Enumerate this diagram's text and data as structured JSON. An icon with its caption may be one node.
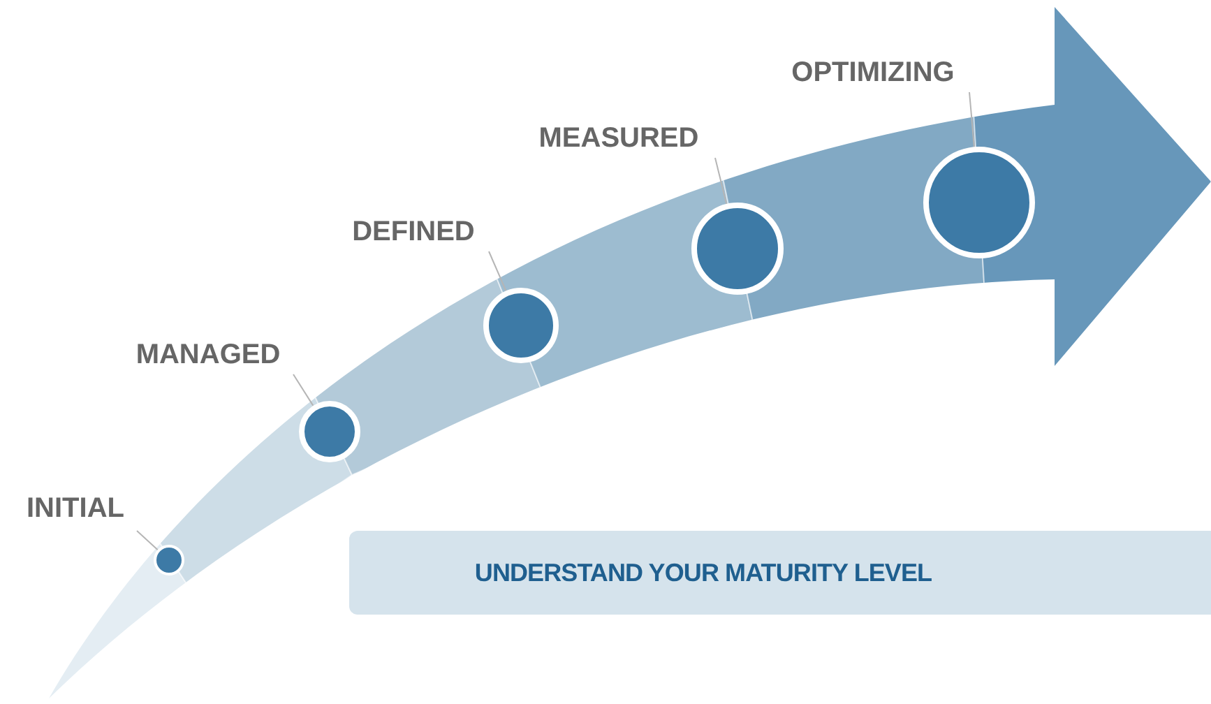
{
  "diagram": {
    "nodes": [
      {
        "text": [
          "INITIAL"
        ]
      },
      {
        "text": [
          "MANAGED"
        ]
      },
      {
        "text": [
          "DEFINED"
        ]
      },
      {
        "text": [
          "MEASURED"
        ]
      },
      {
        "text": [
          "OPTIMIZING"
        ]
      },
      {
        "text": [],
        "shape": "circle"
      },
      {
        "text": [],
        "shape": "circle"
      },
      {
        "text": [],
        "shape": "circle"
      },
      {
        "text": [],
        "shape": "circle"
      },
      {
        "text": [],
        "shape": "circle"
      },
      {
        "text": [
          "UNDERSTAND YOUR MATURITY LEVEL"
        ]
      }
    ],
    "edges": [
      {
        "from": 0,
        "to": 5,
        "arrow": "none"
      },
      {
        "from": 1,
        "to": 6,
        "arrow": "none"
      },
      {
        "from": 2,
        "to": 7,
        "arrow": "none"
      },
      {
        "from": 3,
        "to": 8,
        "arrow": "none"
      },
      {
        "from": 4,
        "to": 9,
        "arrow": "none"
      }
    ]
  }
}
